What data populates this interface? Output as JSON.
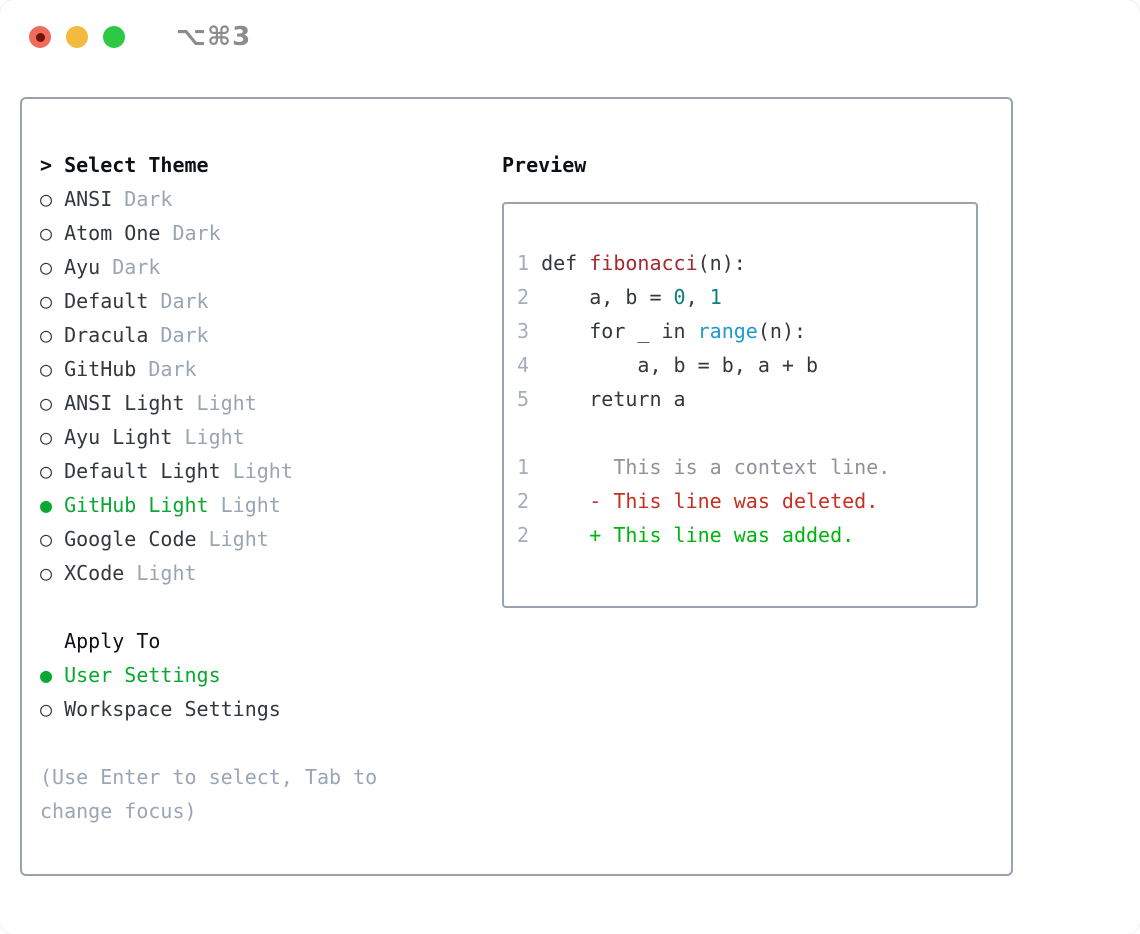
{
  "window": {
    "title": "⌥⌘3"
  },
  "colors": {
    "close_red": "#f06a5d",
    "close_dot": "#701208",
    "minimize_yellow": "#f2bb40",
    "zoom_green": "#2ec944",
    "title_gray": "#8c8c90",
    "panel_border": "#99a2ad",
    "text_dark": "#33383f",
    "header_black": "#0d1117",
    "muted_gray": "#9aa5b3",
    "hint_gray": "#9aa6b4",
    "lineno_gray": "#a2adbd",
    "selected_green": "#0aa832",
    "added_green": "#00b40e",
    "deleted_red": "#c53022",
    "context_gray": "#8e9299",
    "func_red": "#a5292e",
    "number_teal": "#0d7d82",
    "builtin_blue": "#1d9bd1"
  },
  "theme_panel": {
    "header": "Select Theme",
    "focus_marker": ">",
    "radio_selected": "●",
    "radio_unselected": "○",
    "items": [
      {
        "name": "ANSI",
        "variant": "Dark",
        "selected": false
      },
      {
        "name": "Atom One",
        "variant": "Dark",
        "selected": false
      },
      {
        "name": "Ayu",
        "variant": "Dark",
        "selected": false
      },
      {
        "name": "Default",
        "variant": "Dark",
        "selected": false
      },
      {
        "name": "Dracula",
        "variant": "Dark",
        "selected": false
      },
      {
        "name": "GitHub",
        "variant": "Dark",
        "selected": false
      },
      {
        "name": "ANSI Light",
        "variant": "Light",
        "selected": false
      },
      {
        "name": "Ayu Light",
        "variant": "Light",
        "selected": false
      },
      {
        "name": "Default Light",
        "variant": "Light",
        "selected": false
      },
      {
        "name": "GitHub Light",
        "variant": "Light",
        "selected": true
      },
      {
        "name": "Google Code",
        "variant": "Light",
        "selected": false
      },
      {
        "name": "XCode",
        "variant": "Light",
        "selected": false
      }
    ]
  },
  "apply_to": {
    "header": "Apply To",
    "items": [
      {
        "name": "User Settings",
        "selected": true
      },
      {
        "name": "Workspace Settings",
        "selected": false
      }
    ]
  },
  "hint": {
    "lines": [
      "(Use Enter to select, Tab to",
      "change focus)"
    ]
  },
  "preview": {
    "header": "Preview",
    "code_lines": [
      {
        "num": "1",
        "segments": [
          {
            "text": "def ",
            "type": "plain"
          },
          {
            "text": "fibonacci",
            "type": "func"
          },
          {
            "text": "(n):",
            "type": "plain"
          }
        ]
      },
      {
        "num": "2",
        "segments": [
          {
            "text": "    a, b = ",
            "type": "plain"
          },
          {
            "text": "0",
            "type": "number"
          },
          {
            "text": ", ",
            "type": "plain"
          },
          {
            "text": "1",
            "type": "number"
          }
        ]
      },
      {
        "num": "3",
        "segments": [
          {
            "text": "    for _ in ",
            "type": "plain"
          },
          {
            "text": "range",
            "type": "builtin"
          },
          {
            "text": "(n):",
            "type": "plain"
          }
        ]
      },
      {
        "num": "4",
        "segments": [
          {
            "text": "        a, b = b, a + b",
            "type": "plain"
          }
        ]
      },
      {
        "num": "5",
        "segments": [
          {
            "text": "    return a",
            "type": "plain"
          }
        ]
      }
    ],
    "diff_lines": [
      {
        "num": "1",
        "segments": [
          {
            "text": "      This is a context line.",
            "type": "context"
          }
        ]
      },
      {
        "num": "2",
        "segments": [
          {
            "text": "    ",
            "type": "plain"
          },
          {
            "text": "- This line was deleted.",
            "type": "deleted"
          }
        ]
      },
      {
        "num": "2",
        "segments": [
          {
            "text": "    ",
            "type": "plain"
          },
          {
            "text": "+ This line was added.",
            "type": "added"
          }
        ]
      }
    ]
  }
}
